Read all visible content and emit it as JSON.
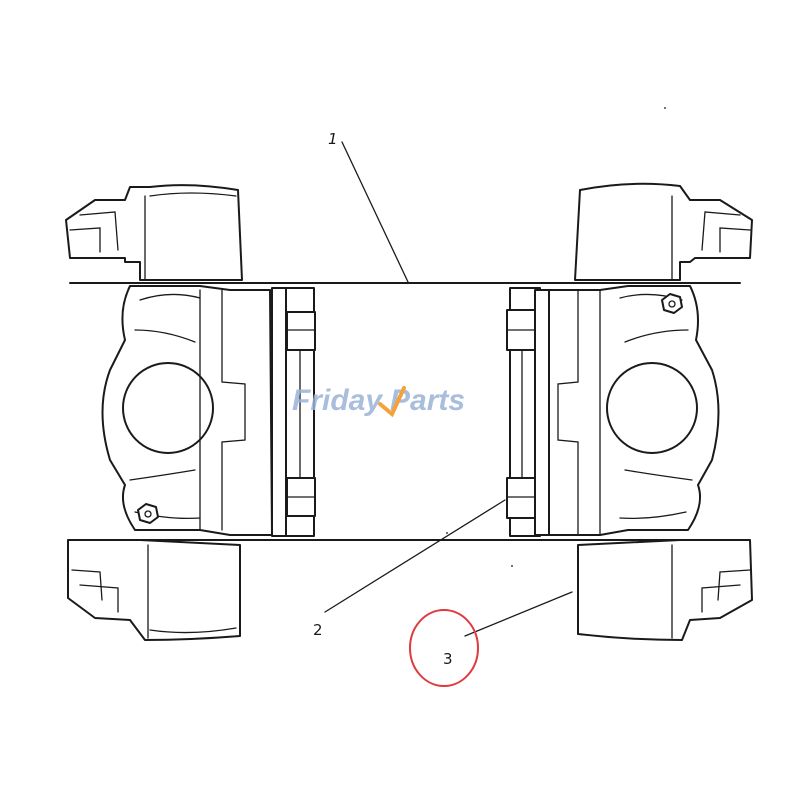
{
  "callouts": [
    {
      "id": "1",
      "label": "1"
    },
    {
      "id": "2",
      "label": "2"
    },
    {
      "id": "3",
      "label": "3"
    }
  ],
  "highlight": {
    "target": "3",
    "color": "#e0393e"
  },
  "watermark": {
    "text_left": "Friday",
    "text_right": "Parts",
    "color_main": "#9bb3d6",
    "color_accent": "#f2a23a"
  }
}
